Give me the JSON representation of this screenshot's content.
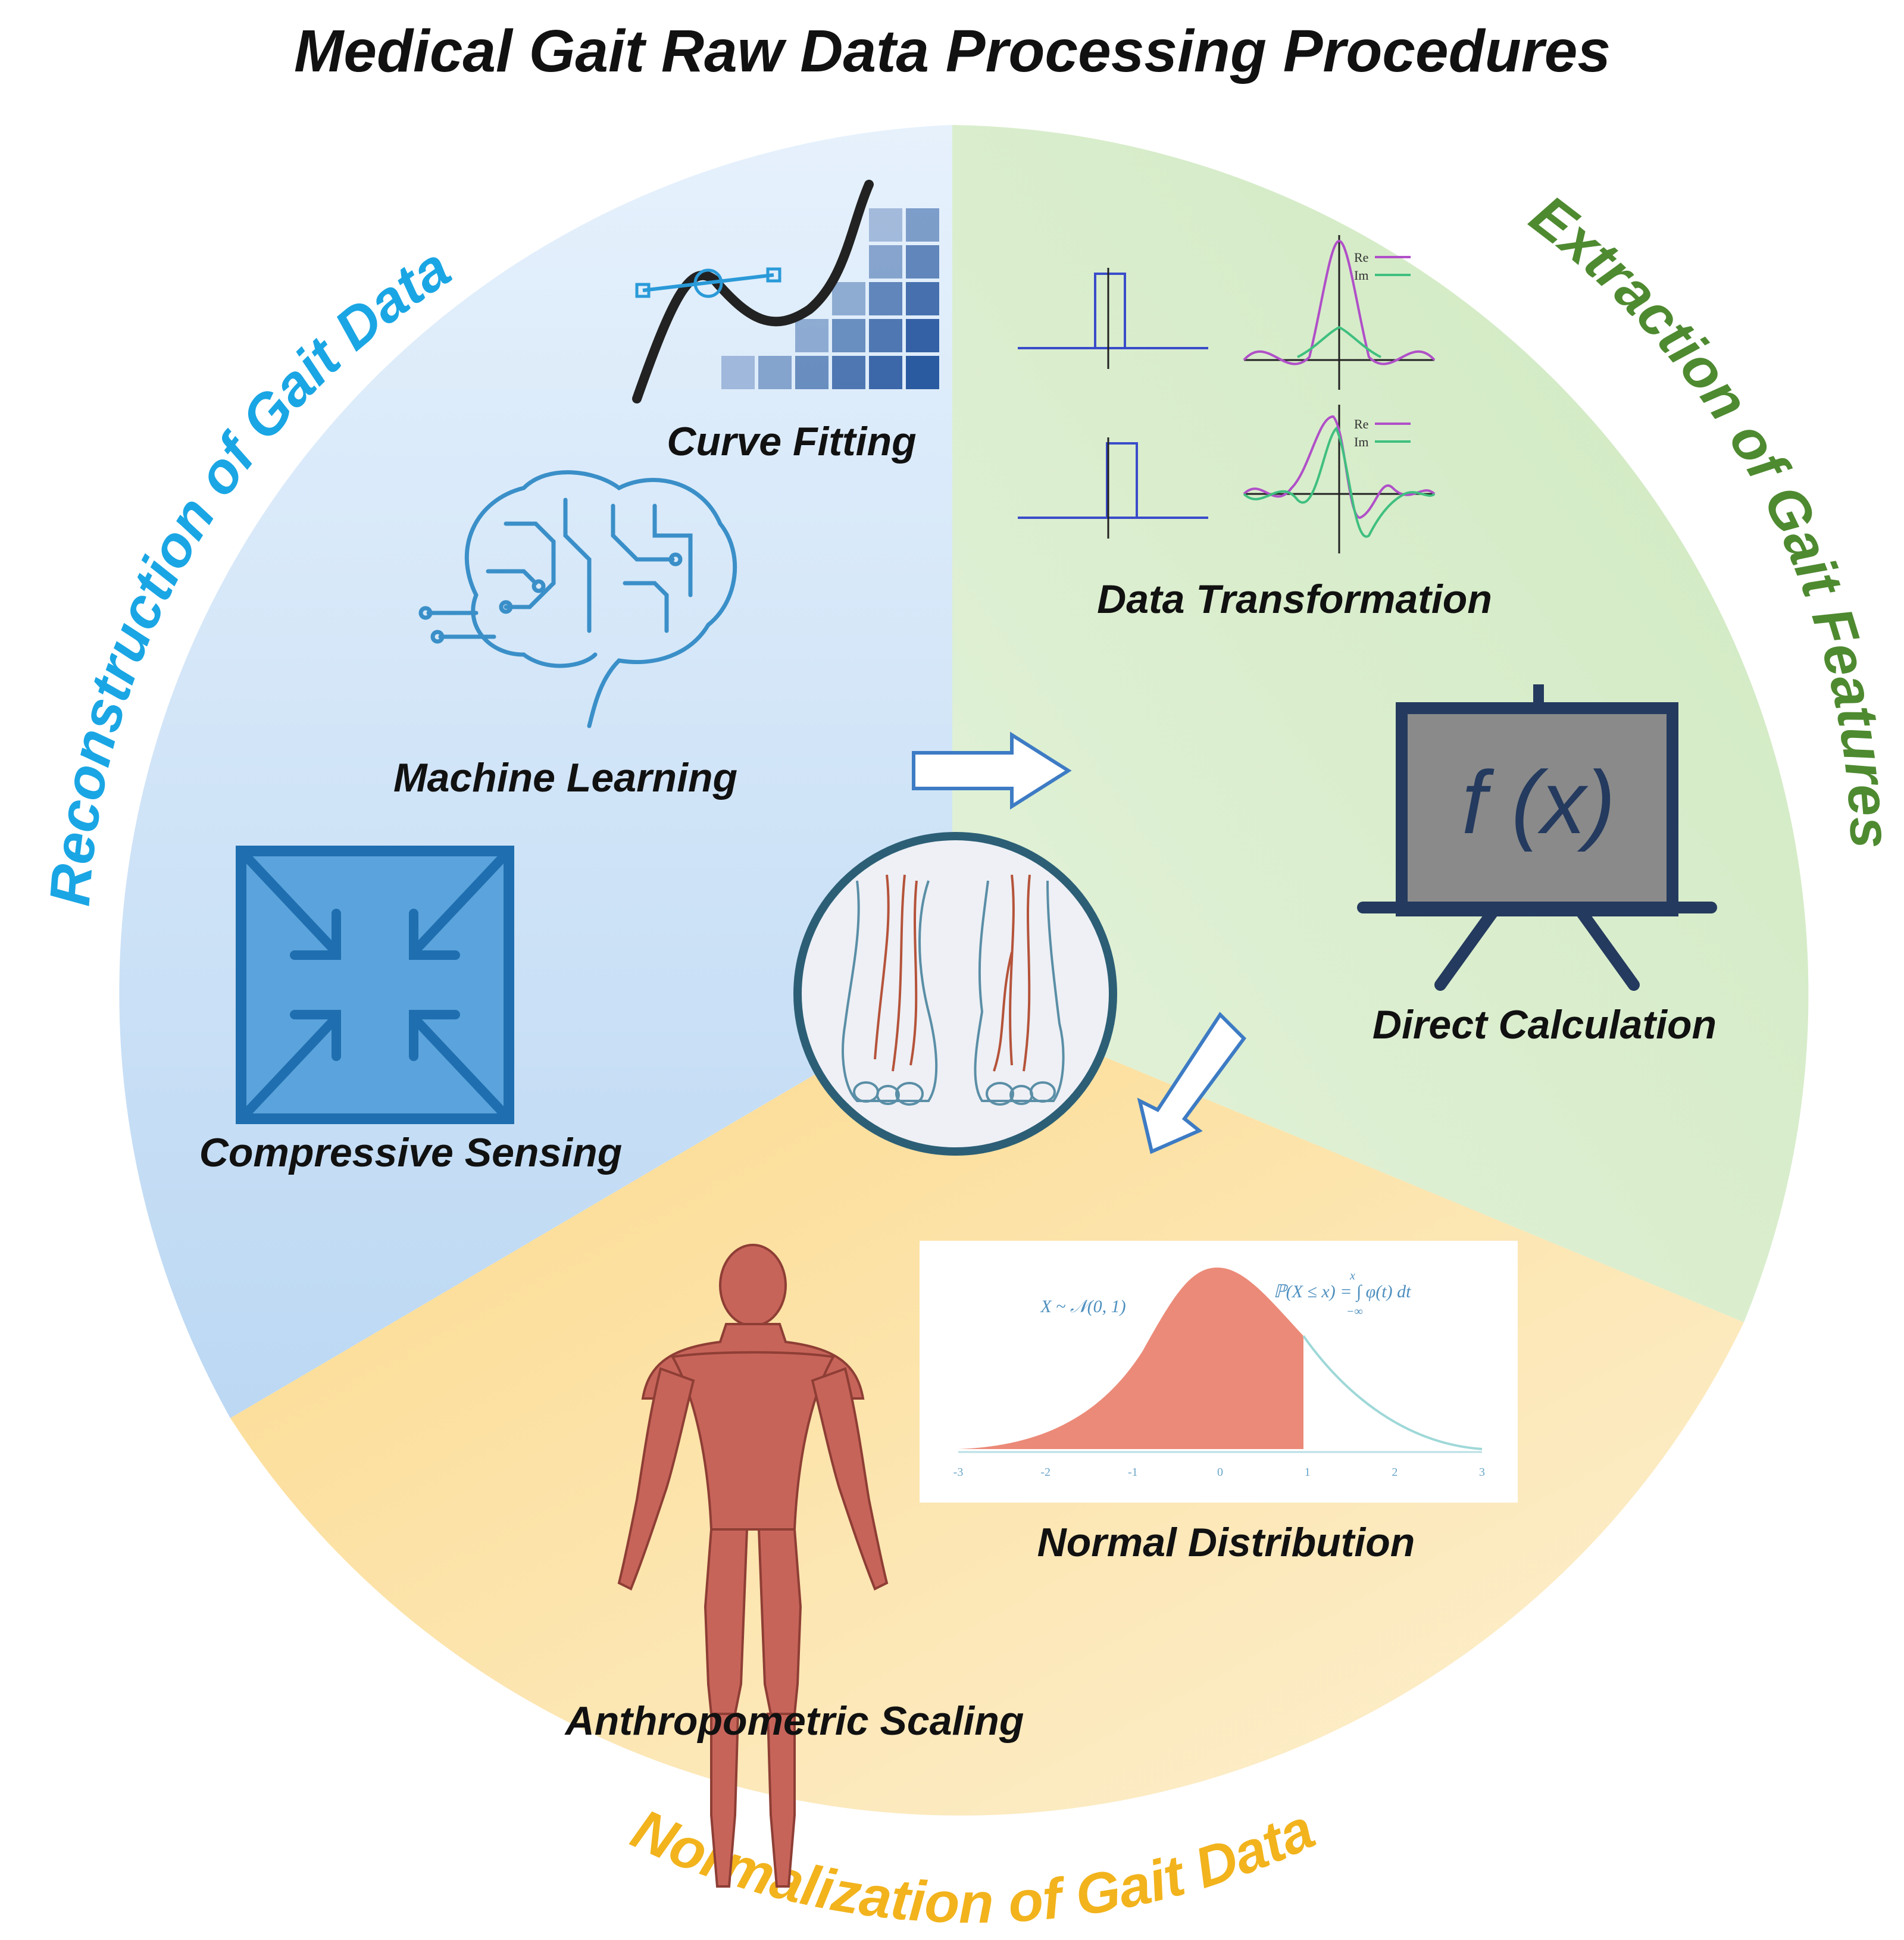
{
  "title": "Medical Gait Raw Data Processing Procedures",
  "sections": {
    "reconstruction": {
      "label": "Reconstruction of Gait Data",
      "color": "#1aa6e4"
    },
    "extraction": {
      "label": "Extraction of Gait Features",
      "color": "#4e8a30"
    },
    "normalization": {
      "label": "Normalization of Gait Data",
      "color": "#f2b31c"
    }
  },
  "methods": {
    "curve_fitting": "Curve Fitting",
    "machine_learning": "Machine Learning",
    "compressive_sensing": "Compressive Sensing",
    "data_transformation": "Data Transformation",
    "direct_calculation": "Direct Calculation",
    "normal_distribution": "Normal Distribution",
    "anthropometric_scaling": "Anthropometric Scaling"
  },
  "formula_board": "f (x)",
  "transform_legend": {
    "re": "Re",
    "im": "Im"
  },
  "normal_dist": {
    "left_formula": "X ~ 𝒩(0, 1)",
    "right_formula": "ℙ(X ≤ x) = ∫ φ(t) dt",
    "integral_upper": "x",
    "integral_lower": "−∞",
    "x_ticks": [
      "-3",
      "-2",
      "-1",
      "0",
      "1",
      "2",
      "3"
    ]
  },
  "colors": {
    "blue_panel": "#cfe3f6",
    "green_panel": "#d8edcb",
    "yellow_panel": "#fce3a6",
    "icon_blue": "#1f6fb0",
    "board_dark": "#243a5e",
    "board_fill": "#8a8a8a",
    "normal_fill": "#eb8a78"
  }
}
